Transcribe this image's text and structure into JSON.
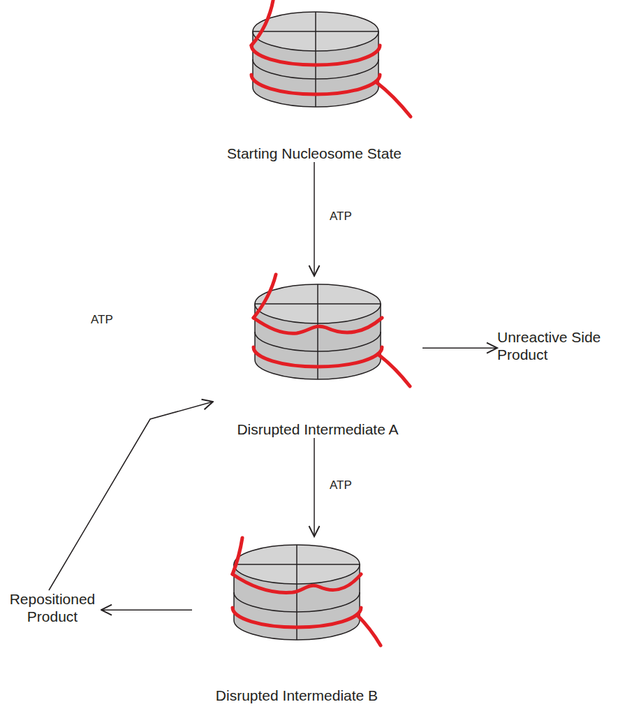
{
  "diagram": {
    "nodes": [
      {
        "text": [
          "Starting Nucleosome State"
        ]
      },
      {
        "text": [
          "Disrupted Intermediate A"
        ]
      },
      {
        "text": [
          "Disrupted Intermediate B"
        ]
      },
      {
        "text": [
          "Unreactive Side Product"
        ]
      },
      {
        "text": [
          "Repositioned Product"
        ]
      }
    ],
    "edges": [
      {
        "from": 0,
        "to": 1,
        "arrow": "to",
        "label": "ATP"
      },
      {
        "from": 1,
        "to": 3,
        "arrow": "to"
      },
      {
        "from": 1,
        "to": 2,
        "arrow": "to",
        "label": "ATP"
      },
      {
        "from": 2,
        "to": 4,
        "arrow": "to"
      },
      {
        "from": 4,
        "to": 1,
        "arrow": "to",
        "label": "ATP"
      }
    ]
  }
}
